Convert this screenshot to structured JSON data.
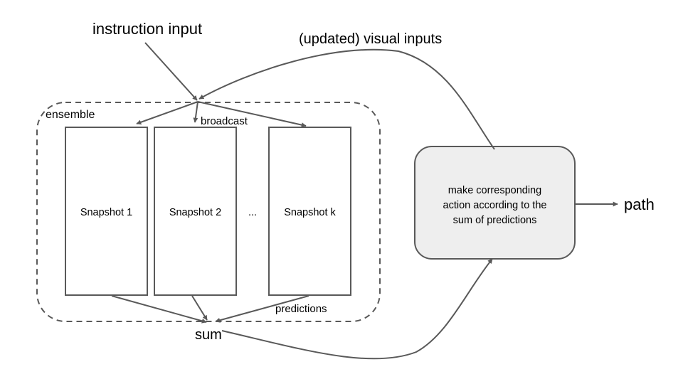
{
  "colors": {
    "stroke": "#595959",
    "action_fill": "#eeeeee",
    "text": "#000000"
  },
  "labels": {
    "instruction_input": "instruction input",
    "visual_inputs": "(updated) visual inputs",
    "ensemble": "ensemble",
    "broadcast": "broadcast",
    "predictions": "predictions",
    "sum": "sum",
    "path": "path",
    "ellipsis": "..."
  },
  "snapshots": [
    {
      "label": "Snapshot 1"
    },
    {
      "label": "Snapshot 2"
    },
    {
      "label": "Snapshot k"
    }
  ],
  "action_box": {
    "lines": [
      "make corresponding",
      "action according to the",
      "sum of predictions"
    ]
  }
}
